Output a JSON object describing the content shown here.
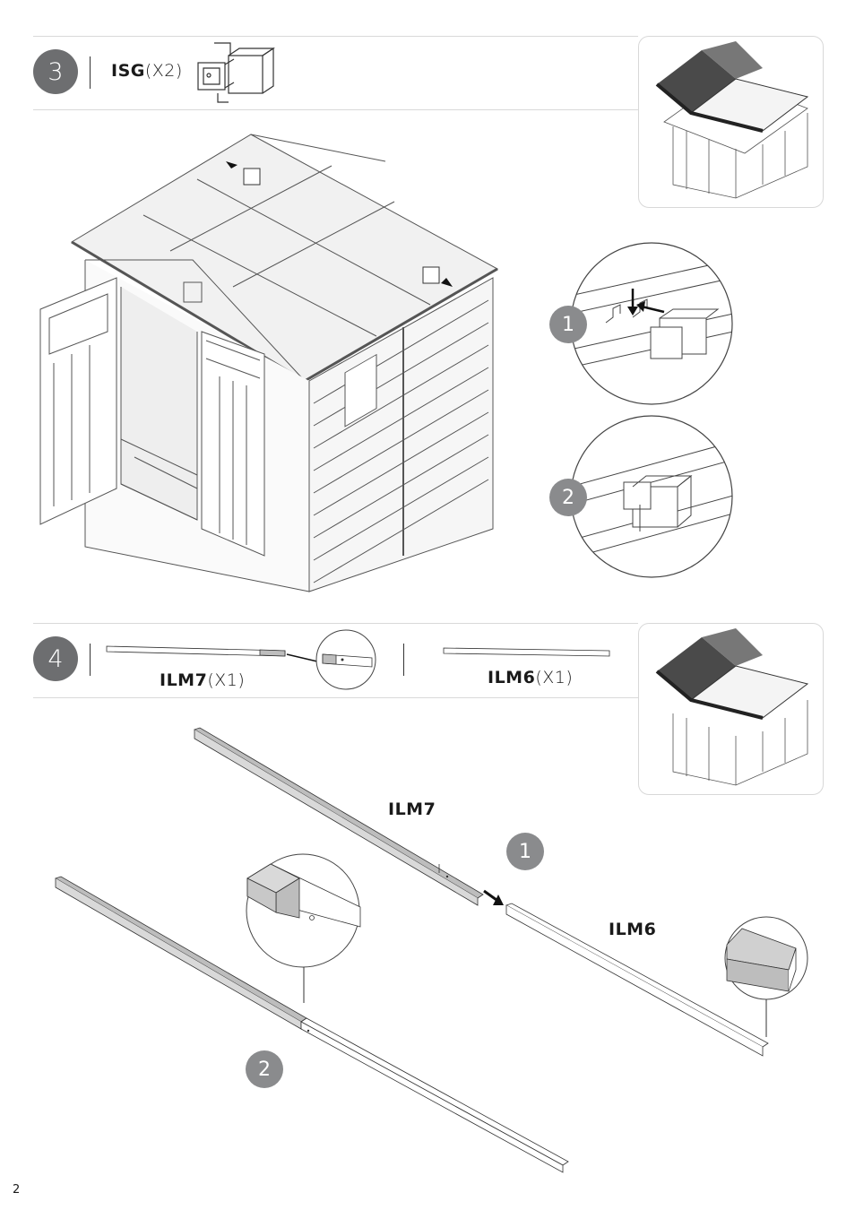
{
  "page": {
    "number": "2"
  },
  "step3": {
    "number": "3",
    "part_code": "ISG",
    "part_qty": "(X2)",
    "substeps": [
      "1",
      "2"
    ]
  },
  "step4": {
    "number": "4",
    "parts": [
      {
        "code": "ILM7",
        "qty": "(X1)"
      },
      {
        "code": "ILM6",
        "qty": "(X1)"
      }
    ],
    "labels": {
      "beam_a": "ILM7",
      "beam_b": "ILM6"
    },
    "substeps": [
      "1",
      "2"
    ]
  },
  "colors": {
    "step_circle": "#6d6e70",
    "sub_circle": "#8a8b8d",
    "line": "#333333",
    "shade": "#bdbdbd"
  },
  "icons": [
    "isg-connector-icon",
    "shed-roof-preview-icon",
    "beam-icon",
    "magnifier-detail-icon",
    "arrow-icon"
  ]
}
